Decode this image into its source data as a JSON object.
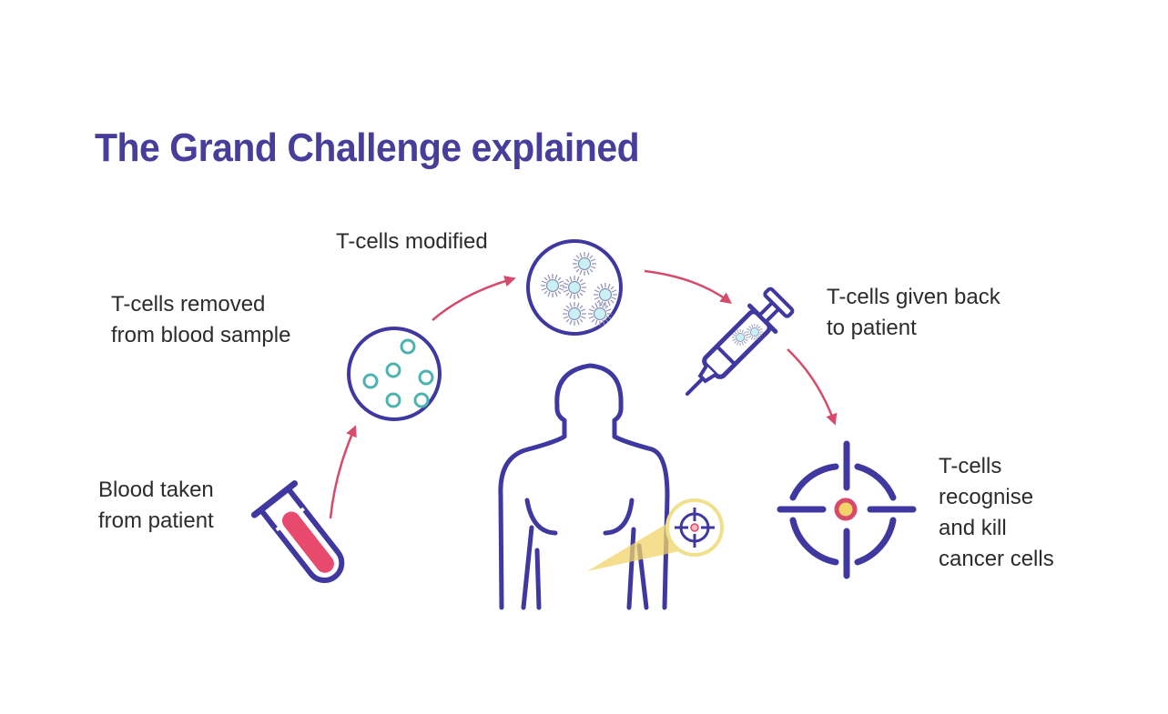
{
  "title": "The Grand Challenge explained",
  "colors": {
    "title": "#473d9a",
    "outline": "#3f38a0",
    "arrow": "#d64a6b",
    "blood": "#e84a6e",
    "cell": "#4db3b0",
    "highlight": "#f2d46a",
    "text": "#2c2c2c"
  },
  "steps": [
    {
      "id": "blood-taken",
      "label": "Blood taken\nfrom patient",
      "icon": "test-tube-icon"
    },
    {
      "id": "cells-removed",
      "label": "T-cells removed\nfrom blood sample",
      "icon": "petri-dish-icon"
    },
    {
      "id": "cells-modified",
      "label": "T-cells modified",
      "icon": "modified-cells-dish-icon"
    },
    {
      "id": "cells-given-back",
      "label": "T-cells given back\nto patient",
      "icon": "syringe-icon"
    },
    {
      "id": "cells-kill",
      "label": "T-cells\nrecognise\nand kill\ncancer cells",
      "icon": "target-icon"
    }
  ],
  "center_figure": {
    "icon": "human-body-icon",
    "inset_icon": "target-magnified-icon"
  }
}
